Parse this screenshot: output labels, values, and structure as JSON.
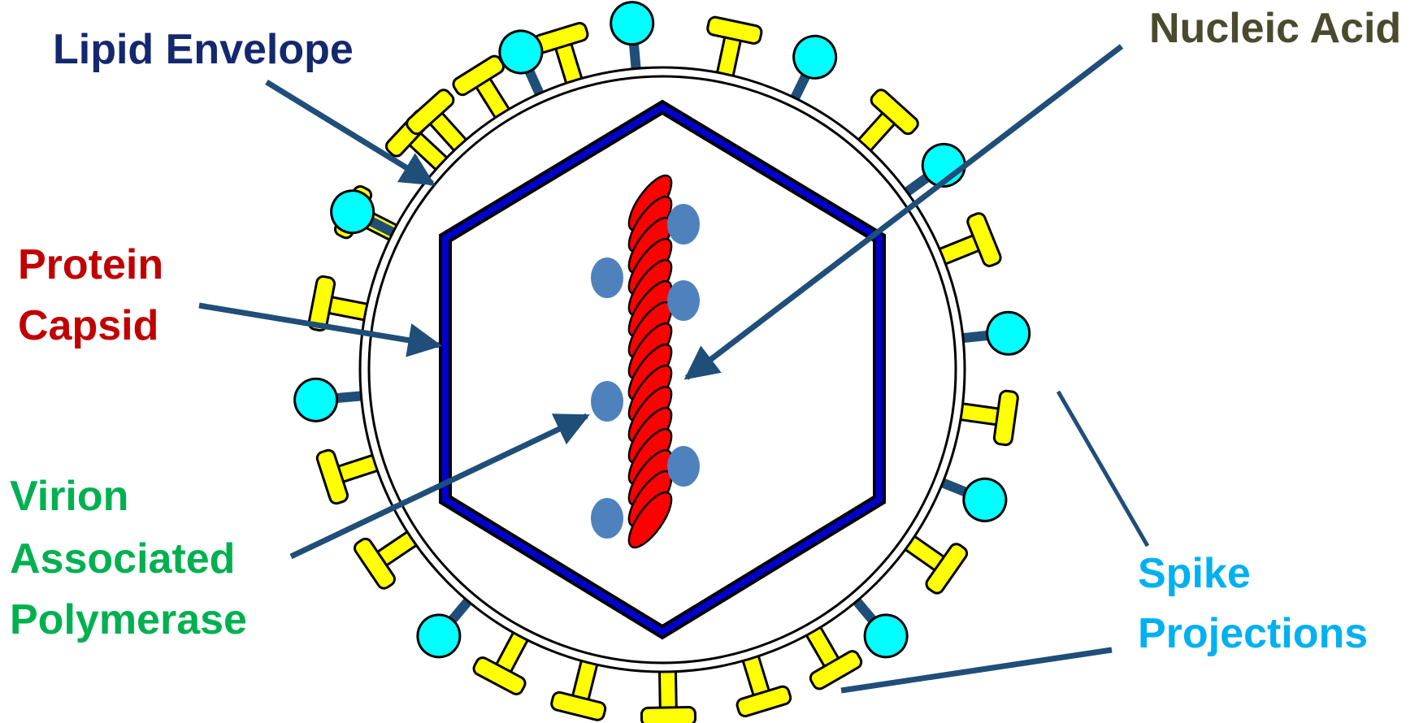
{
  "labels": {
    "lipid_envelope": "Lipid Envelope",
    "nucleic_acid": "Nucleic Acid",
    "protein_line1": "Protein",
    "protein_line2": "Capsid",
    "virion_line1": "Virion",
    "virion_line2": "Associated",
    "virion_line3": "Polymerase",
    "spike_line1": "Spike",
    "spike_line2": "Projections"
  },
  "colors": {
    "lipid_envelope": "#14286e",
    "nucleic_acid": "#4a4a2e",
    "protein_capsid": "#c00000",
    "polymerase": "#00b050",
    "spike_projections": "#00b0f0",
    "arrow": "#1f4e79",
    "capsid_stroke": "#0000cc",
    "nucleic_red": "#ff0000",
    "polymerase_blob": "#4f81bd",
    "spike_yellow": "#ffff00",
    "spike_cyan": "#00ffff"
  },
  "icons": {
    "envelope": "circle-membrane-icon",
    "capsid": "hexagon-capsid-icon",
    "nucleic_acid": "helix-strand-icon",
    "polymerase": "oval-enzyme-icon",
    "spike_t": "t-glycoprotein-spike-icon",
    "spike_ball": "knob-glycoprotein-spike-icon"
  }
}
